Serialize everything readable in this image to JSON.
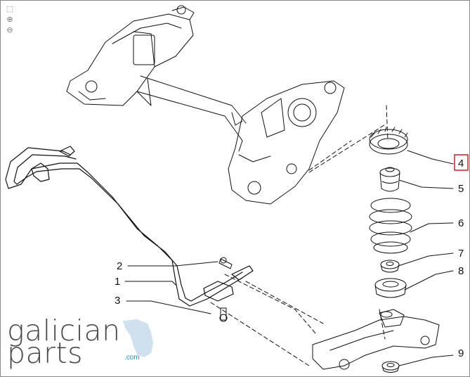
{
  "zoom_tools": {
    "fit_icon": "fit-to-window-icon",
    "zoom_in_icon": "zoom-in-icon",
    "zoom_out_icon": "zoom-out-icon"
  },
  "callouts": [
    {
      "number": "1"
    },
    {
      "number": "2"
    },
    {
      "number": "3"
    },
    {
      "number": "4",
      "highlighted": true
    },
    {
      "number": "5"
    },
    {
      "number": "6"
    },
    {
      "number": "7"
    },
    {
      "number": "8"
    },
    {
      "number": "9"
    }
  ],
  "logo": {
    "line1": "galician",
    "line2": "parts",
    "suffix": ".com"
  },
  "colors": {
    "line": "#111111",
    "highlight": "#d22020",
    "logo_text": "#4a4a4a",
    "logo_accent": "#1a8fc9",
    "logo_shape": "#cfe0ef"
  }
}
